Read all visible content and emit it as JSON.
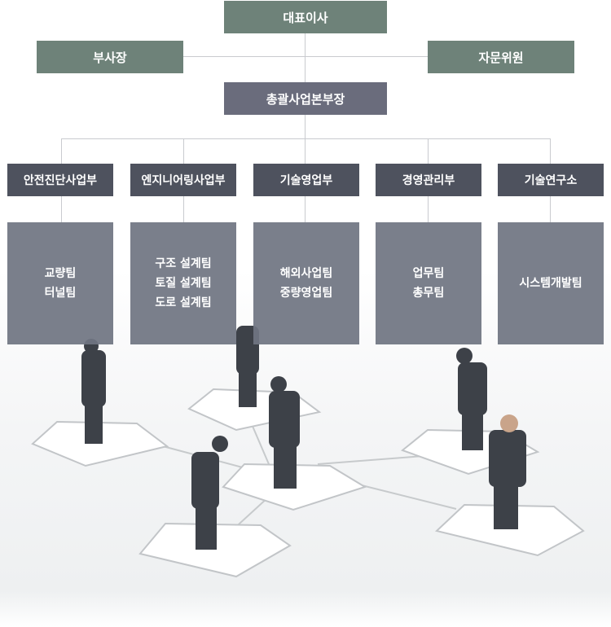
{
  "ceo": "대표이사",
  "vice_president": "부사장",
  "advisor": "자문위원",
  "general_manager": "총괄사업본부장",
  "departments": [
    {
      "name": "안전진단사업부",
      "teams": [
        "교량팀",
        "터널팀"
      ]
    },
    {
      "name": "엔지니어링사업부",
      "teams": [
        "구조 설계팀",
        "토질 설계팀",
        "도로 설계팀"
      ]
    },
    {
      "name": "기술영업부",
      "teams": [
        "해외사업팀",
        "중량영업팀"
      ]
    },
    {
      "name": "경영관리부",
      "teams": [
        "업무팀",
        "총무팀"
      ]
    },
    {
      "name": "기술연구소",
      "teams": [
        "시스템개발팀"
      ]
    }
  ],
  "colors": {
    "top": "#6e8279",
    "general": "#6a6c7c",
    "dept": "#4e525e",
    "team": "#707582"
  }
}
